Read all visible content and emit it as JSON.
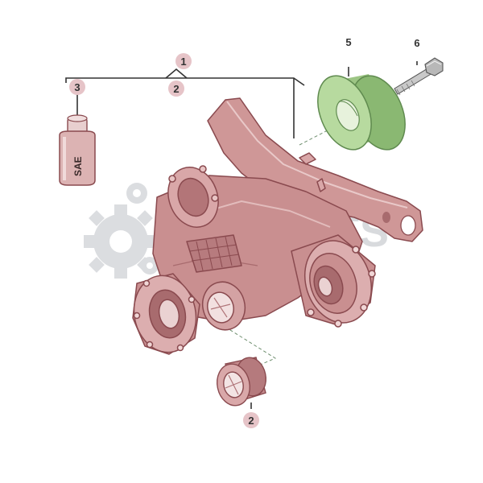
{
  "callouts": [
    {
      "id": "c1-top",
      "label": "1"
    },
    {
      "id": "c2-top",
      "label": "2"
    },
    {
      "id": "c3",
      "label": "3"
    },
    {
      "id": "c5",
      "label": "5"
    },
    {
      "id": "c6",
      "label": "6"
    },
    {
      "id": "c2-bottom",
      "label": "2"
    }
  ],
  "parts": {
    "sae_container_label": "SAE"
  },
  "watermark": {
    "text": "PARTS",
    "icon": "gear-icon"
  },
  "colors": {
    "housing": "#c98f90",
    "housing_dark": "#8a4a4f",
    "housing_light": "#e6c4c4",
    "bushing": "#a8cf8f",
    "bushing_dark": "#5f8a4f",
    "badge": "#e6c4c8",
    "line": "#333333"
  }
}
